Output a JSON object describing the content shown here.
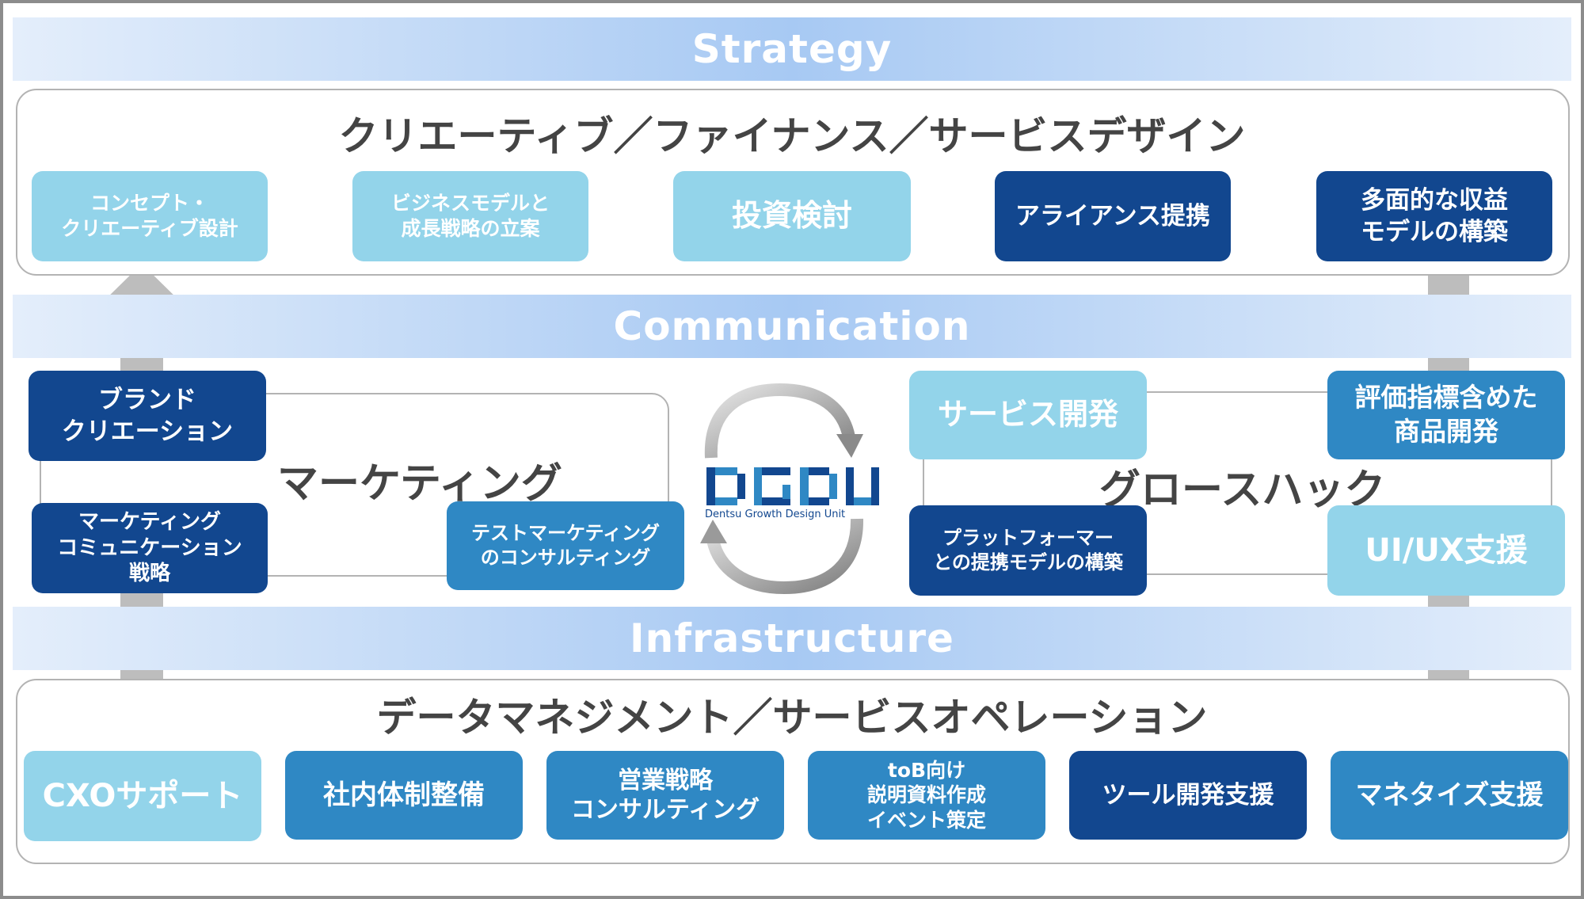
{
  "bands": {
    "strategy": "Strategy",
    "communication": "Communication",
    "infrastructure": "Infrastructure"
  },
  "strategy_section": {
    "title": "クリエーティブ／ファイナンス／サービスデザイン",
    "tiles": [
      "コンセプト・\nクリエーティブ設計",
      "ビジネスモデルと\n成長戦略の立案",
      "投資検討",
      "アライアンス提携",
      "多面的な収益\nモデルの構築"
    ]
  },
  "marketing_section": {
    "title": "マーケティング",
    "tiles": [
      "ブランド\nクリエーション",
      "マーケティング\nコミュニケーション\n戦略",
      "テストマーケティング\nのコンサルティング"
    ]
  },
  "growth_section": {
    "title": "グロースハック",
    "tiles": [
      "サービス開発",
      "評価指標含めた\n商品開発",
      "プラットフォーマー\nとの提携モデルの構築",
      "UI/UX支援"
    ]
  },
  "logo": {
    "mark": "DGDU",
    "subtitle": "Dentsu Growth Design Unit"
  },
  "infra_section": {
    "title": "データマネジメント／サービスオペレーション",
    "tiles": [
      "CXOサポート",
      "社内体制整備",
      "営業戦略\nコンサルティング",
      "toB向け\n説明資料作成\nイベント策定",
      "ツール開発支援",
      "マネタイズ支援"
    ]
  },
  "colors": {
    "light_tile": "#93d4ea",
    "mid_tile": "#2f88c4",
    "dark_tile": "#12478f",
    "band_center": "#a7c9f3",
    "arrow": "#bdbdbd"
  }
}
